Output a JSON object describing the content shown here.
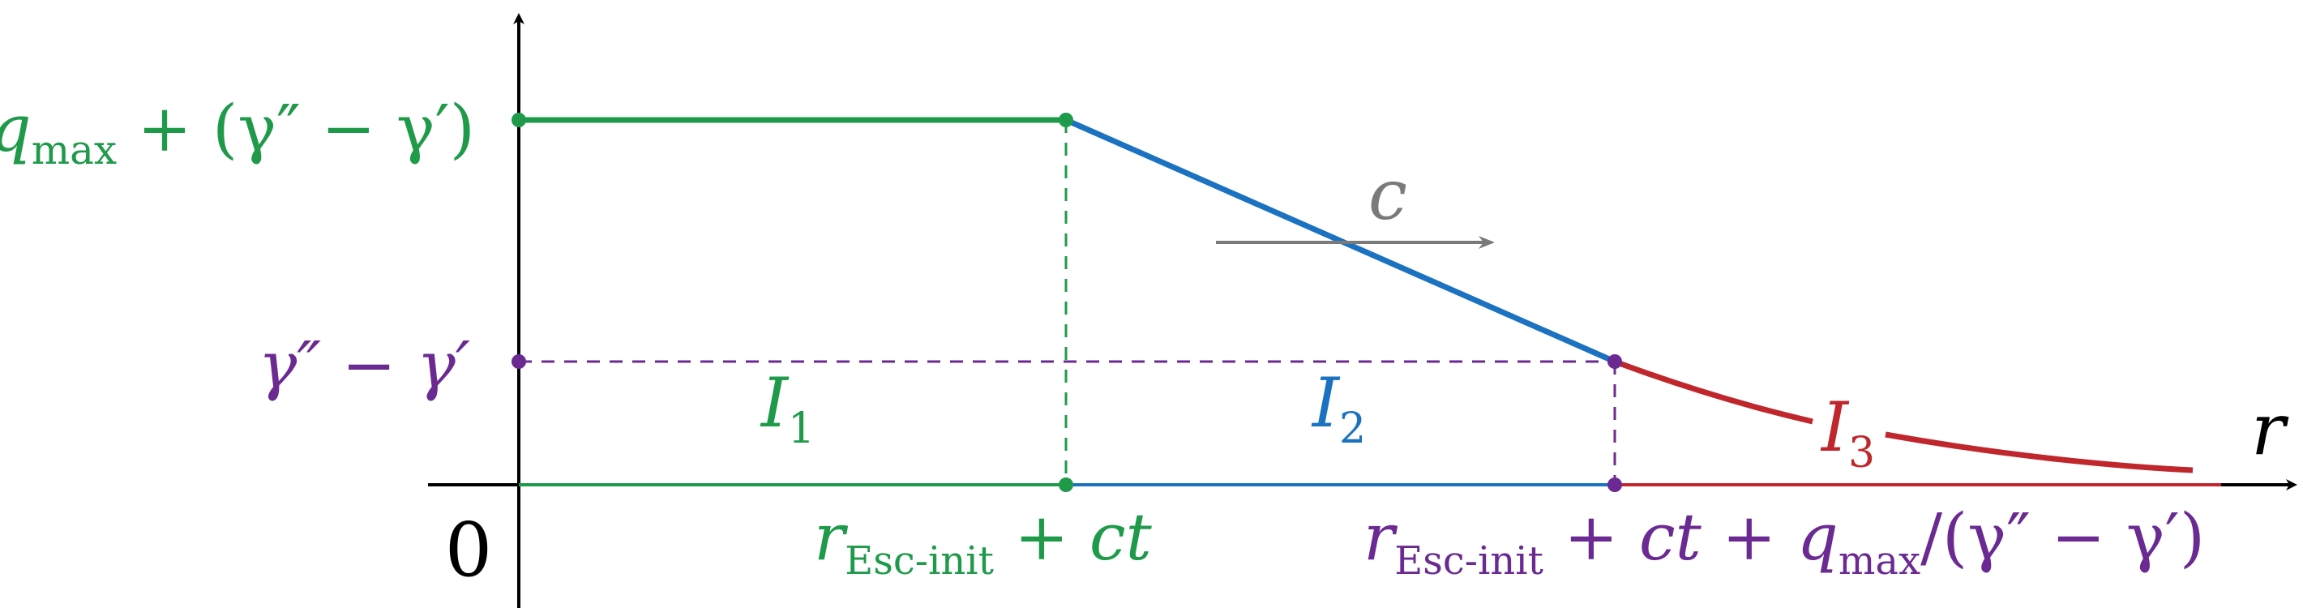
{
  "colors": {
    "green": "#1f9a4a",
    "blue": "#1a72c0",
    "purple": "#6a2a92",
    "red": "#c0272d",
    "gray": "#7a7a7a",
    "black": "#000000"
  },
  "labels": {
    "origin": "0",
    "r_axis": "r",
    "c_arrow": "c",
    "top_level": {
      "var": "q",
      "sub": "max",
      "rest": " + (γ″ − γ′)"
    },
    "mid_level": "γ″ − γ′",
    "region1": {
      "var": "I",
      "sub": "1"
    },
    "region2": {
      "var": "I",
      "sub": "2"
    },
    "region3": {
      "var": "I",
      "sub": "3"
    },
    "x_mark1": {
      "var": "r",
      "sub": "Esc-init",
      "rest": " + ct"
    },
    "x_mark2": {
      "var": "r",
      "sub": "Esc-init",
      "rest1": " + ct + ",
      "var2": "q",
      "sub2": "max",
      "rest2": "/(γ″ − γ′)"
    }
  }
}
